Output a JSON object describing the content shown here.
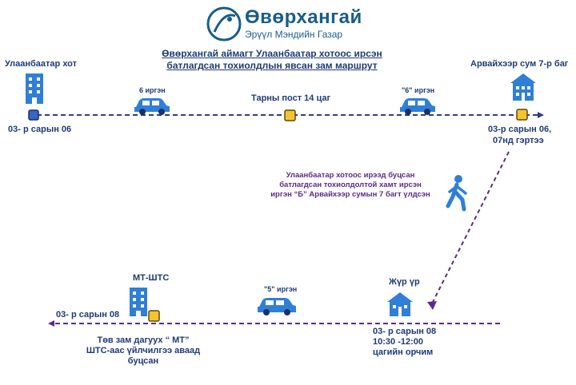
{
  "header": {
    "org_name": "Өвөрхангай",
    "org_subtitle": "Эрүүл Мэндийн Газар",
    "title_line1": "Өвөрхангай аймагт Улаанбаатар хотоос ирсэн",
    "title_line2": "батлагдсан тохиолдлын явсан зам маршрут"
  },
  "top_route": {
    "start_place": "Улаанбаатар хот",
    "start_date": "03- р сарын 06",
    "car1_label": "6 иргэн",
    "checkpoint": "Тарны пост 14 цаг",
    "car2_label": "\"6\" иргэн",
    "end_place": "Арвайхээр сум 7-р баг",
    "end_date_line1": "03-р сарын 06,",
    "end_date_line2": "07нд гэртээ"
  },
  "middle_note": {
    "line1": "Улаанбаатар хотоос ирээд буцсан",
    "line2": "батлагдсан тохиолдолтой  хамт ирсэн",
    "line3": "иргэн “Б” Арвайхээр сумын 7 багт үлдсэн"
  },
  "bottom_route": {
    "zhur_place": "Жүр үр",
    "zhur_date_line1": "03- р сарын 08",
    "zhur_date_line2": "10:30  -12:00",
    "zhur_date_line3": "цагийн орчим",
    "car3_label": "\"5\" иргэн",
    "mt_place": "МТ-ШТС",
    "mt_date": "03- р сарын 08",
    "return_line1": "Төв зам дагуух “ МТ”",
    "return_line2": "ШТС-аас үйлчилгээ аваад",
    "return_line3": "буцсан"
  },
  "colors": {
    "route_blue": "#2b3a8c",
    "route_purple": "#5b2a8a",
    "marker_yellow": "#f5c431",
    "marker_blue": "#3a66c4",
    "icon_blue": "#2f7fd6"
  }
}
